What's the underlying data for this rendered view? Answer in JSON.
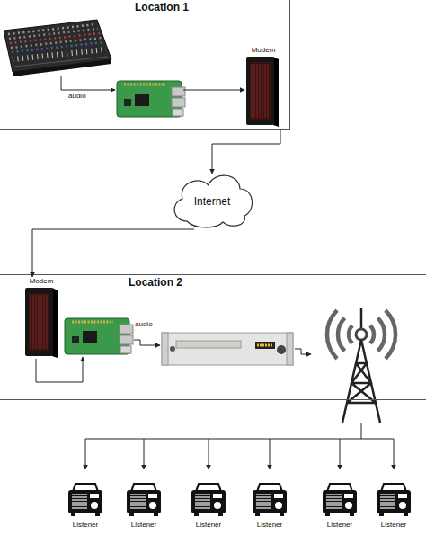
{
  "diagram": {
    "nodes": [
      {
        "text": [
          "Location 1"
        ]
      },
      {
        "text": [
          "Modem"
        ],
        "in": 0
      },
      {
        "text": [
          "Internet"
        ]
      },
      {
        "text": [
          "Location 2"
        ]
      },
      {
        "text": [
          "Modem"
        ],
        "in": 3
      },
      {
        "text": [
          "Listener"
        ]
      },
      {
        "text": [
          "Listener"
        ]
      },
      {
        "text": [
          "Listener"
        ]
      },
      {
        "text": [
          "Listener"
        ]
      },
      {
        "text": [
          "Listener"
        ]
      },
      {
        "text": [
          "Listener"
        ]
      }
    ],
    "edges": [
      {
        "from": 1,
        "to": 2,
        "arrow": "to"
      },
      {
        "from": 2,
        "to": 4,
        "arrow": "to"
      }
    ],
    "labels": [
      "audio",
      "audio"
    ]
  }
}
